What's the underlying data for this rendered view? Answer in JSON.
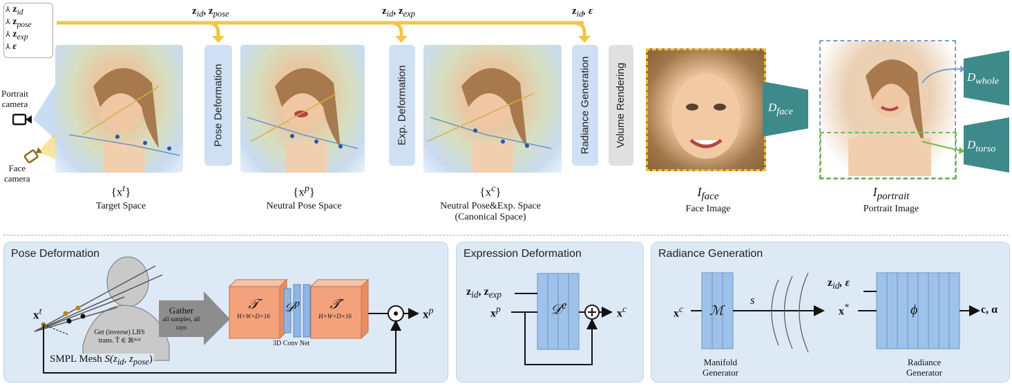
{
  "latents": [
    {
      "symbol": "z",
      "sub": "id"
    },
    {
      "symbol": "z",
      "sub": "pose"
    },
    {
      "symbol": "z",
      "sub": "exp"
    },
    {
      "symbol": "ε",
      "sub": ""
    }
  ],
  "top_flow": {
    "labels": [
      {
        "text": "z",
        "sub": "id",
        "text2": ", z",
        "sub2": "pose"
      },
      {
        "text": "z",
        "sub": "id",
        "text2": ", z",
        "sub2": "exp"
      },
      {
        "text": "z",
        "sub": "id",
        "text2": ", ε",
        "sub2": ""
      }
    ]
  },
  "cameras": {
    "portrait": "Portrait camera",
    "portrait_line1": "Portrait",
    "portrait_line2": "camera",
    "face_line1": "Face",
    "face_line2": "camera"
  },
  "stages": {
    "pose_deformation": "Pose Deformation",
    "exp_deformation": "Exp. Deformation",
    "radiance_generation": "Radiance Generation",
    "volume_rendering": "Volume Rendering"
  },
  "spaces": [
    {
      "symbol": "{x",
      "sup": "t",
      "close": "}",
      "caption1": "Target  Space",
      "caption2": ""
    },
    {
      "symbol": "{x",
      "sup": "p",
      "close": "}",
      "caption1": "Neutral  Pose Space",
      "caption2": ""
    },
    {
      "symbol": "{x",
      "sup": "c",
      "close": "}",
      "caption1": "Neutral  Pose&Exp.  Space",
      "caption2": "(Canonical Space)"
    }
  ],
  "outputs": {
    "face": {
      "symbol": "I",
      "sub": "face",
      "caption": "Face Image"
    },
    "portrait": {
      "symbol": "I",
      "sub": "portrait",
      "caption": "Portrait Image"
    }
  },
  "discriminators": {
    "face": {
      "symbol": "D",
      "sub": "face"
    },
    "whole": {
      "symbol": "D",
      "sub": "whole"
    },
    "torso": {
      "symbol": "D",
      "sub": "torso"
    }
  },
  "panels": {
    "pose": {
      "title": "Pose Deformation",
      "xt": "x",
      "xt_sup": "t",
      "xp": "x",
      "xp_sup": "p",
      "lbs_line1": "Get (inverse) LBS",
      "lbs_line2": "trans. T̄ ∈ ℝ⁴ˣ⁴",
      "gather_title": "Gather",
      "gather_sub": "all samples, all rays",
      "T": "𝒯",
      "T_dims": "H×W×D×16",
      "Tbar": "𝒯̄",
      "Tbar_dims": "H×W×D×16",
      "Dp": "𝒟",
      "Dp_sup": "p",
      "conv_label": "3D Conv Net",
      "smpl_label": "SMPL Mesh ",
      "smpl_formula": "S(z",
      "smpl_sub1": "id",
      "smpl_mid": ", z",
      "smpl_sub2": "pose",
      "smpl_end": ")"
    },
    "expression": {
      "title": "Expression Deformation",
      "z_label": "z",
      "z_sub": "id",
      "z2": ", z",
      "z2_sub": "exp",
      "xp": "x",
      "xp_sup": "p",
      "De": "𝒟",
      "De_sup": "e",
      "xc": "x",
      "xc_sup": "c"
    },
    "radiance": {
      "title": "Radiance Generation",
      "xc": "x",
      "xc_sup": "c",
      "M": "ℳ",
      "s": "s",
      "z_label": "z",
      "z_sub": "id",
      "z2": ", ε",
      "xstar": "x",
      "xstar_sup": "*",
      "phi": "ϕ",
      "out": "c, α",
      "manifold1": "Manifold",
      "manifold2": "Generator",
      "radiance1": "Radiance",
      "radiance2": "Generator"
    }
  },
  "colors": {
    "stage_box": "#cfe0f4",
    "volume_box": "#e0e0e0",
    "flow_arrow": "#f2c44c",
    "discriminator": "#3e8a8a",
    "panel_bg": "#dde9f5",
    "face_border": "#f0c030",
    "whole_border": "#7c9bd0",
    "torso_border": "#6dbb4a",
    "orange_block": "#f4a27c",
    "conv_blue": "#8fb6e3"
  }
}
